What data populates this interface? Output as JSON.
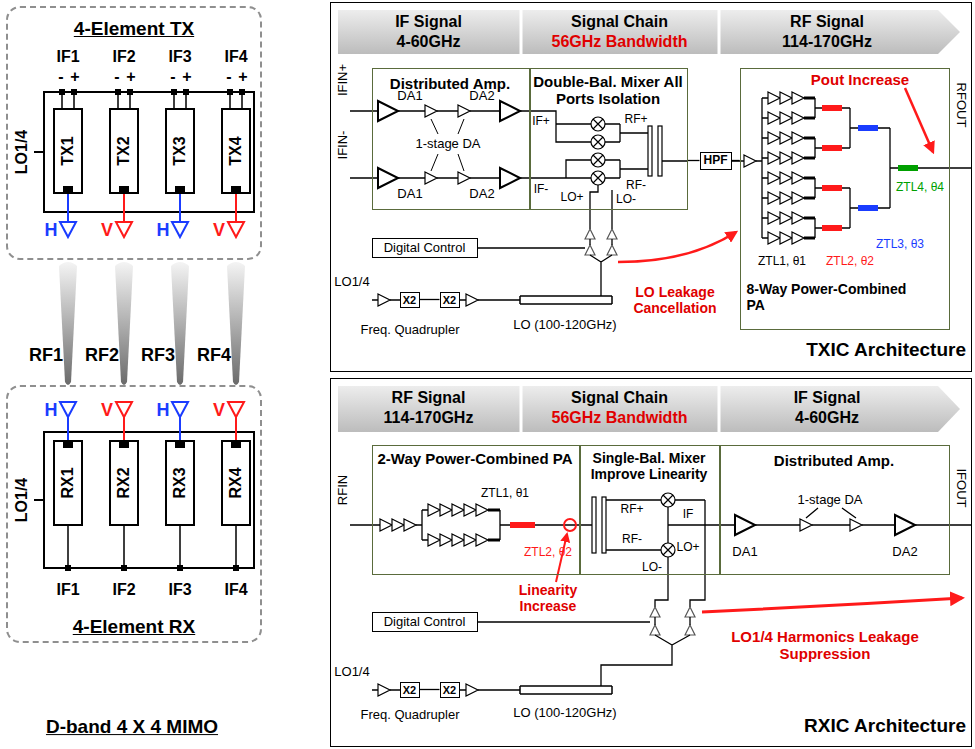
{
  "diagram": {
    "nodes": [
      {
        "text": [
          "4-Element TX"
        ]
      },
      {
        "text": [
          "TX1"
        ],
        "in": 0
      },
      {
        "text": [
          "TX2"
        ],
        "in": 0
      },
      {
        "text": [
          "TX3"
        ],
        "in": 0
      },
      {
        "text": [
          "TX4"
        ],
        "in": 0
      },
      {
        "text": [
          "TXIC Architecture"
        ]
      },
      {
        "text": [
          "IF Signal",
          "4-60GHz"
        ],
        "in": 5
      },
      {
        "text": [
          "Signal Chain",
          "56GHz Bandwidth"
        ],
        "in": 5
      },
      {
        "text": [
          "RF Signal",
          "114-170GHz"
        ],
        "in": 5
      },
      {
        "text": [
          "Distributed Amp."
        ],
        "in": 5
      },
      {
        "text": [
          "Double-Bal. Mixer All Ports Isolation"
        ],
        "in": 5
      },
      {
        "text": [
          "HPF"
        ],
        "in": 5
      },
      {
        "text": [
          "8-Way Power-Combined PA"
        ],
        "in": 5
      },
      {
        "text": [
          "Digital Control"
        ],
        "in": 5
      },
      {
        "text": [
          "X2"
        ],
        "in": 5
      },
      {
        "text": [
          "X2"
        ],
        "in": 5
      },
      {
        "text": [
          "4-Element RX"
        ]
      },
      {
        "text": [
          "RX1"
        ],
        "in": 16
      },
      {
        "text": [
          "RX2"
        ],
        "in": 16
      },
      {
        "text": [
          "RX3"
        ],
        "in": 16
      },
      {
        "text": [
          "RX4"
        ],
        "in": 16
      },
      {
        "text": [
          "RXIC Architecture"
        ]
      },
      {
        "text": [
          "RF Signal",
          "114-170GHz"
        ],
        "in": 21
      },
      {
        "text": [
          "Signal Chain",
          "56GHz Bandwidth"
        ],
        "in": 21
      },
      {
        "text": [
          "IF Signal",
          "4-60GHz"
        ],
        "in": 21
      },
      {
        "text": [
          "2-Way Power-Combined PA"
        ],
        "in": 21
      },
      {
        "text": [
          "Single-Bal. Mixer Improve Linearity"
        ],
        "in": 21
      },
      {
        "text": [
          "Distributed Amp."
        ],
        "in": 21
      },
      {
        "text": [
          "Digital Control"
        ],
        "in": 21
      },
      {
        "text": [
          "X2"
        ],
        "in": 21
      },
      {
        "text": [
          "X2"
        ],
        "in": 21
      }
    ],
    "edges": [
      {
        "from": 10,
        "to": 11,
        "arrow": "none"
      },
      {
        "from": 11,
        "to": 12,
        "arrow": "none"
      },
      {
        "from": 14,
        "to": 15,
        "arrow": "none"
      },
      {
        "from": 29,
        "to": 30,
        "arrow": "none"
      }
    ],
    "labels": [
      "LO1/4",
      "IF1",
      "IF2",
      "IF3",
      "IF4",
      "-",
      "+",
      "-",
      "+",
      "-",
      "+",
      "-",
      "+",
      "H",
      "V",
      "H",
      "V",
      "RF1",
      "RF2",
      "RF3",
      "RF4",
      "H",
      "V",
      "H",
      "V",
      "LO1/4",
      "IF1",
      "IF2",
      "IF3",
      "IF4",
      "D-band 4 X 4 MIMO",
      "IFIN+",
      "IFIN-",
      "DA1",
      "1-stage DA",
      "DA2",
      "DA1",
      "DA2",
      "IF+",
      "IF-",
      "RF+",
      "RF-",
      "LO+",
      "LO-",
      "LO Leakage Cancellation",
      "Pout Increase",
      "RFOUT",
      "ZTL4, θ4",
      "ZTL3, θ3",
      "ZTL1, θ1",
      "ZTL2, θ2",
      "LO1/4",
      "Freq. Quadrupler",
      "LO (100-120GHz)",
      "RFIN",
      "ZTL1, θ1",
      "ZTL2, θ2",
      "Linearity Increase",
      "RF+",
      "RF-",
      "LO+",
      "IF",
      "LO-",
      "1-stage DA",
      "DA1",
      "DA2",
      "IFOUT",
      "LO1/4 Harmonics Leakage Suppression",
      "LO1/4",
      "Freq. Quadrupler",
      "LO (100-120GHz)"
    ]
  }
}
